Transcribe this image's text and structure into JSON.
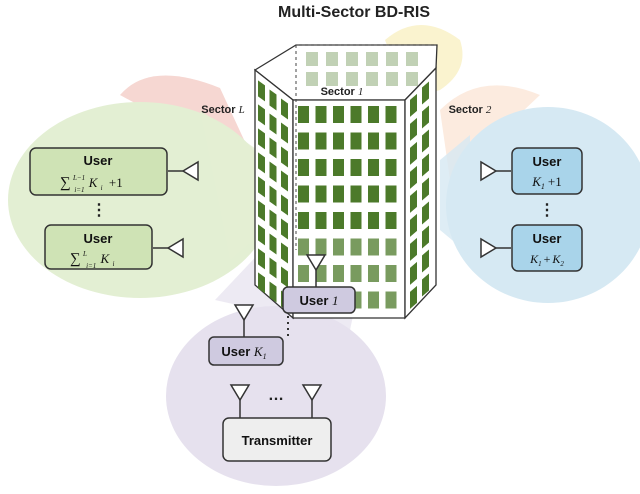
{
  "title": "Multi-Sector BD-RIS",
  "sectors": {
    "sector_1": {
      "prefix": "Sector ",
      "index": "1"
    },
    "sector_2": {
      "prefix": "Sector ",
      "index": "2"
    },
    "sector_L": {
      "prefix": "Sector ",
      "index": "L"
    }
  },
  "users_left": {
    "top": {
      "label": "User",
      "expr_sum": "∑",
      "expr_sup": "L−1",
      "expr_sub": "i=1",
      "expr_tail": "K",
      "expr_tail_sub": "i",
      "expr_plus": "+1"
    },
    "bottom": {
      "label": "User",
      "expr_sum": "∑",
      "expr_sup": "L",
      "expr_sub": "i=1",
      "expr_tail": "K",
      "expr_tail_sub": "i"
    }
  },
  "users_right": {
    "top": {
      "label": "User",
      "expr_k": "K",
      "expr_k_sub": "1",
      "expr_plus": "+1"
    },
    "bottom": {
      "label": "User",
      "expr_k1": "K",
      "expr_k1_sub": "1",
      "expr_plus": "+",
      "expr_k2": "K",
      "expr_k2_sub": "2"
    }
  },
  "users_bottom": {
    "user_1": {
      "label": "User ",
      "index": "1"
    },
    "user_k1": {
      "label": "User ",
      "var": "K",
      "var_sub": "1"
    }
  },
  "transmitter": {
    "label": "Transmitter"
  },
  "ellipsis": {
    "vertical": "⋮",
    "horizontal": "…"
  },
  "colors": {
    "green_zone": "#e3efd3",
    "blue_zone": "#d6e9f3",
    "purple_zone": "#e6e1ee",
    "red_beam": "#f3c9c3",
    "yellow_beam": "#f8efbf",
    "orange_beam": "#fbe3d1",
    "element_green": "#4c7a2a",
    "user_green": "#cfe3b5",
    "user_blue": "#a9d4ea",
    "user_purple": "#cfcae0",
    "transmitter_gray": "#eeeeee"
  }
}
